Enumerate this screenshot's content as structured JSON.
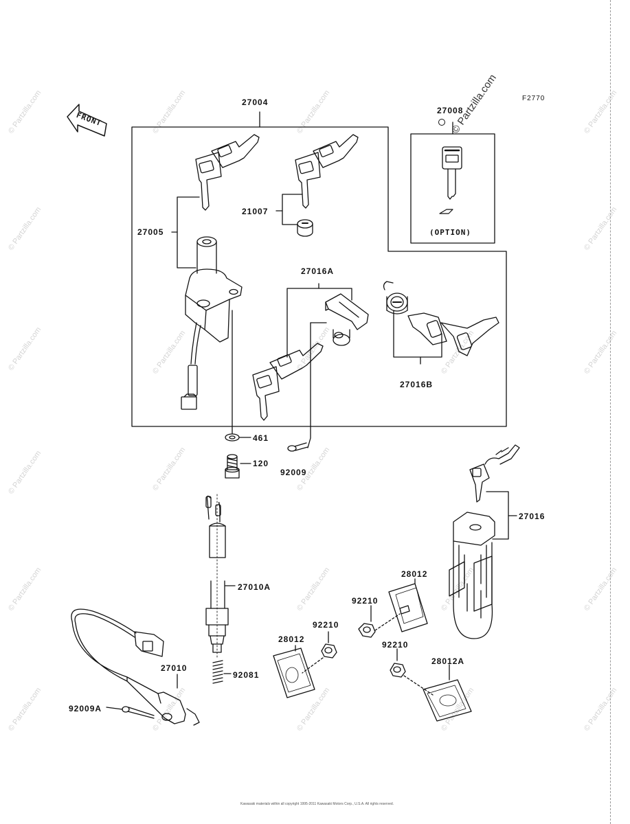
{
  "figure_id": "F2770",
  "labels": {
    "p27004": "27004",
    "p27008": "27008",
    "p27005": "27005",
    "p21007": "21007",
    "p27016A": "27016A",
    "p27016B": "27016B",
    "p461": "461",
    "p120": "120",
    "p92009": "92009",
    "p27016": "27016",
    "p27010A": "27010A",
    "p28012a": "28012",
    "p92210a": "92210",
    "p92210b": "92210",
    "p28012b": "28012",
    "p92210c": "92210",
    "p28012A": "28012A",
    "p27010": "27010",
    "p92081": "92081",
    "p92009A": "92009A"
  },
  "option_text": "(OPTION)",
  "front_text": "FRONT",
  "watermark": "© Partzilla.com",
  "copyright": "Kawasaki materials within all copyright 1995-2011 Kawasaki Motors Corp., U.S.A. All rights reserved.",
  "colors": {
    "line": "#111111",
    "watermark": "#d4d4d4",
    "paper": "#ffffff"
  }
}
